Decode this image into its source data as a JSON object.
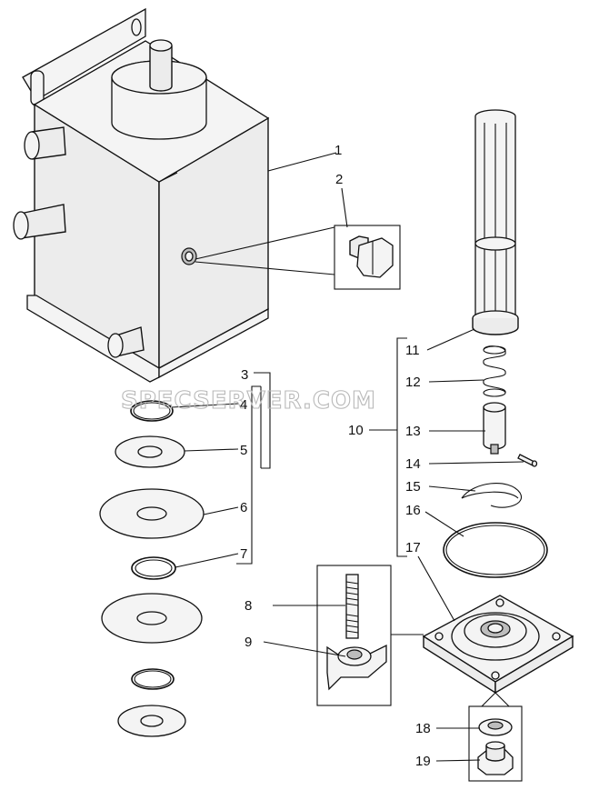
{
  "watermark": "SPECSERVER.COM",
  "callouts": {
    "c1": "1",
    "c2": "2",
    "c3": "3",
    "c4": "4",
    "c5": "5",
    "c6": "6",
    "c7": "7",
    "c8": "8",
    "c9": "9",
    "c10": "10",
    "c11": "11",
    "c12": "12",
    "c13": "13",
    "c14": "14",
    "c15": "15",
    "c16": "16",
    "c17": "17",
    "c18": "18",
    "c19": "19"
  }
}
